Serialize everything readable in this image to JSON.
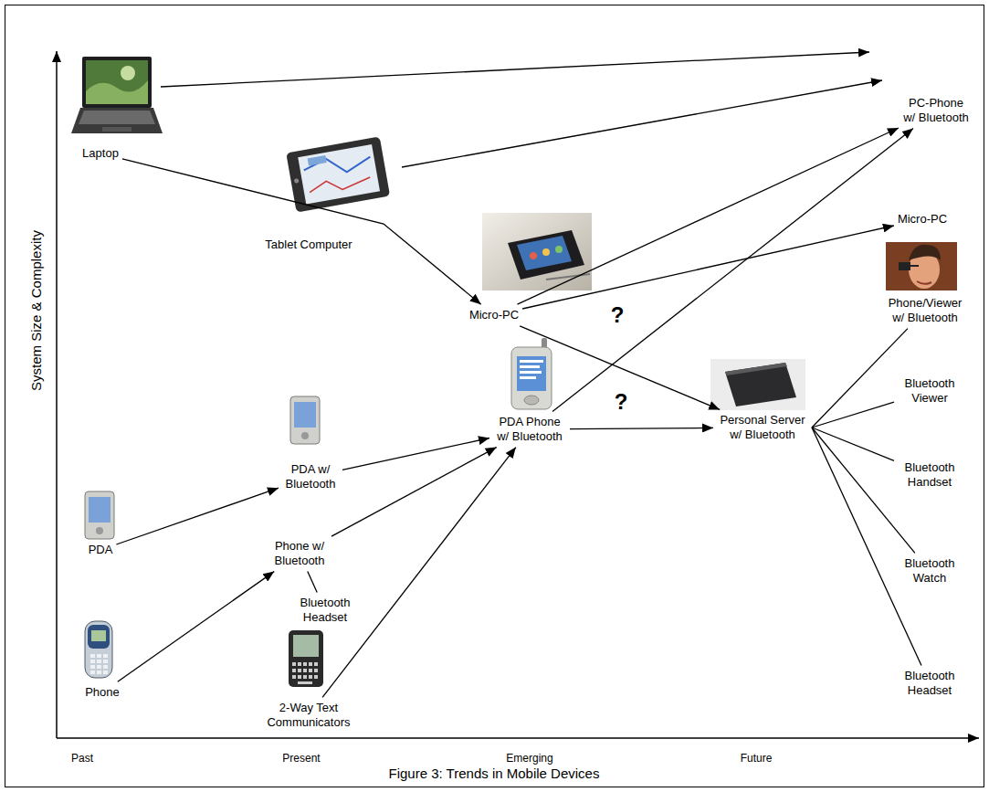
{
  "diagram": {
    "caption": "Figure 3: Trends in Mobile Devices",
    "nodes": [
      {
        "text": [
          "Laptop"
        ]
      },
      {
        "text": [
          "Tablet Computer"
        ]
      },
      {
        "text": [
          "PC-Phone w/ Bluetooth"
        ]
      },
      {
        "text": [
          "Micro-PC"
        ]
      },
      {
        "text": [
          "Micro-PC"
        ]
      },
      {
        "text": [
          "Phone/Viewer w/ Bluetooth"
        ]
      },
      {
        "text": [
          "PDA Phone w/ Bluetooth"
        ]
      },
      {
        "text": [
          "Personal Server w/ Bluetooth"
        ]
      },
      {
        "text": [
          "Bluetooth Viewer"
        ]
      },
      {
        "text": [
          "PDA w/ Bluetooth"
        ]
      },
      {
        "text": [
          "Bluetooth Handset"
        ]
      },
      {
        "text": [
          "PDA"
        ]
      },
      {
        "text": [
          "Phone w/ Bluetooth"
        ]
      },
      {
        "text": [
          "Bluetooth Headset"
        ]
      },
      {
        "text": [
          "Bluetooth Watch"
        ]
      },
      {
        "text": [
          "Phone"
        ]
      },
      {
        "text": [
          "2-Way Text Communicators"
        ]
      },
      {
        "text": [
          "Bluetooth Headset"
        ]
      }
    ],
    "edges": [
      {
        "from": 0,
        "to": 3,
        "arrow": "to"
      },
      {
        "from": 3,
        "to": 2,
        "arrow": "to"
      },
      {
        "from": 3,
        "to": 4,
        "arrow": "to"
      },
      {
        "from": 3,
        "to": 7,
        "arrow": "to"
      },
      {
        "from": 6,
        "to": 2,
        "arrow": "to"
      },
      {
        "from": 6,
        "to": 7,
        "arrow": "to"
      },
      {
        "from": 9,
        "to": 6,
        "arrow": "to"
      },
      {
        "from": 11,
        "to": 9,
        "arrow": "to"
      },
      {
        "from": 12,
        "to": 6,
        "arrow": "to"
      },
      {
        "from": 15,
        "to": 12,
        "arrow": "to"
      },
      {
        "from": 16,
        "to": 6,
        "arrow": "to"
      },
      {
        "from": 12,
        "to": 13,
        "arrow": "none"
      },
      {
        "from": 7,
        "to": 5,
        "arrow": "none"
      },
      {
        "from": 7,
        "to": 8,
        "arrow": "none"
      },
      {
        "from": 7,
        "to": 10,
        "arrow": "none"
      },
      {
        "from": 7,
        "to": 14,
        "arrow": "none"
      },
      {
        "from": 7,
        "to": 17,
        "arrow": "none"
      }
    ],
    "labels": [
      "?",
      "?",
      "Past",
      "Present",
      "Emerging",
      "Future",
      "System Size & Complexity"
    ]
  }
}
